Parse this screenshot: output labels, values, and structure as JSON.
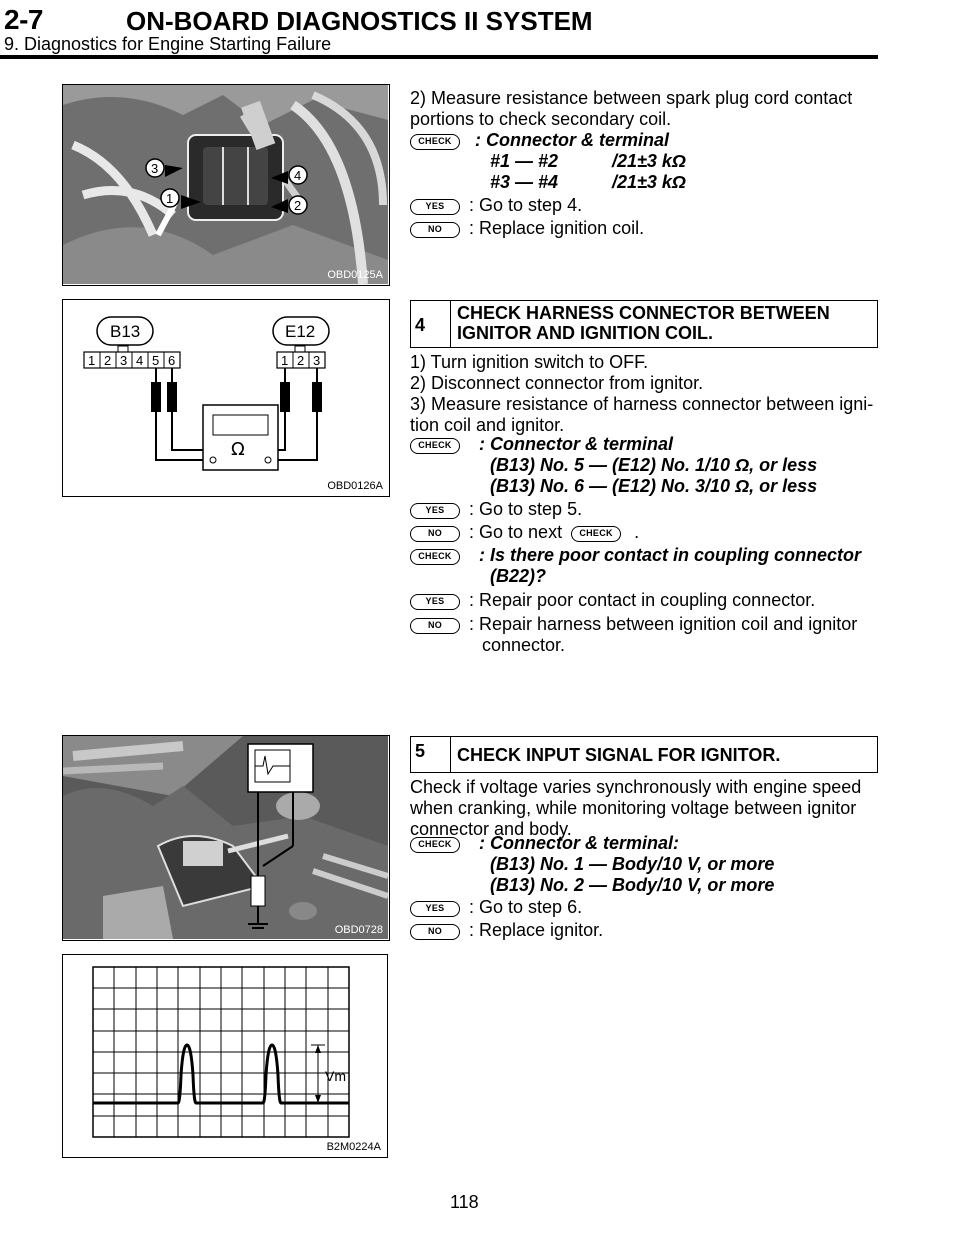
{
  "header": {
    "code": "2-7",
    "title": "ON-BOARD DIAGNOSTICS II SYSTEM",
    "subtitle": "9. Diagnostics for Engine Starting Failure"
  },
  "badges": {
    "check": "CHECK",
    "yes": "YES",
    "no": "NO"
  },
  "figures": {
    "f1": {
      "label": "OBD0125A",
      "callouts": [
        "1",
        "2",
        "3",
        "4"
      ]
    },
    "f2": {
      "label": "OBD0126A",
      "connector_left": "B13",
      "connector_right": "E12",
      "pins_left": [
        "1",
        "2",
        "3",
        "4",
        "5",
        "6"
      ],
      "pins_right": [
        "1",
        "2",
        "3"
      ],
      "meter_symbol": "Ω"
    },
    "f3": {
      "label": "OBD0728"
    },
    "f4": {
      "label": "B2M0224A",
      "vm_label": "Vm"
    }
  },
  "section_a": {
    "intro_1": "2) Measure resistance between spark plug cord contact",
    "intro_2": "portions to check secondary coil.",
    "check_line_1": ": Connector & terminal",
    "check_line_2a": "#1 — #2",
    "check_line_2b": "/21±3 kΩ",
    "check_line_3a": "#3 — #4",
    "check_line_3b": "/21±3 kΩ",
    "yes_text": ": Go to step 4.",
    "no_text": ": Replace ignition coil."
  },
  "step4": {
    "number": "4",
    "title_1": "CHECK HARNESS CONNECTOR BETWEEN",
    "title_2": "IGNITOR AND IGNITION COIL.",
    "line_1": "1) Turn ignition switch to OFF.",
    "line_2": "2) Disconnect connector from ignitor.",
    "line_3": "3) Measure resistance of harness connector between igni-",
    "line_4": "tion coil and ignitor.",
    "check1_line_1": ": Connector & terminal",
    "check1_line_2": "(B13) No. 5 — (E12) No. 1/10 Ω, or less",
    "check1_line_3": "(B13) No. 6 — (E12) No. 3/10 Ω, or less",
    "yes1_text": ": Go to step 5.",
    "no1_text_a": ": Go to next",
    "no1_text_b": ".",
    "check2_line_1": ": Is there poor contact in coupling connector",
    "check2_line_2": "(B22)?",
    "yes2_text": ": Repair poor contact in coupling connector.",
    "no2_line_1": ": Repair harness between ignition coil and ignitor",
    "no2_line_2": "connector."
  },
  "step5": {
    "number": "5",
    "title": "CHECK INPUT SIGNAL FOR IGNITOR.",
    "line_1": "Check if voltage varies synchronously with engine speed",
    "line_2": "when cranking, while monitoring voltage between ignitor",
    "line_3": "connector and body.",
    "check_line_1": ": Connector & terminal:",
    "check_line_2": "(B13) No. 1 — Body/10 V, or more",
    "check_line_3": "(B13) No. 2 — Body/10 V, or more",
    "yes_text": ": Go to step 6.",
    "no_text": ": Replace ignitor."
  },
  "page_number": "118"
}
